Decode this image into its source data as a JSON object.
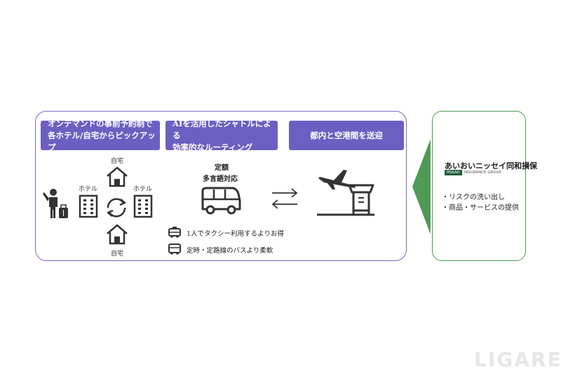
{
  "service": {
    "box1_line1": "オンデマンドの事前予約制で",
    "box1_line2": "各ホテル/自宅からピックアップ",
    "box2_line1": "AIを活用したシャトルによる",
    "box2_line2": "効率的なルーティング",
    "box3": "都内と空港間を送迎",
    "home_label": "自宅",
    "hotel_label": "ホテル",
    "fixed_price": "定額",
    "multilingual": "多言語対応",
    "note_taxi": "1人でタクシー利用するよりお得",
    "note_bus": "定時・定路線のバスより柔軟"
  },
  "insurer": {
    "name": "あいおいニッセイ同和損保",
    "ms_ad": "MS&AD",
    "group": "INSURANCE GROUP",
    "bullet1": "・リスクの洗い出し",
    "bullet2": "・商品・サービスの提供"
  },
  "watermark": "LIGARE",
  "colors": {
    "box": "#6b5fc2",
    "frame_left": "#7b6cc7",
    "frame_right": "#4f9a55",
    "arrow": "#4f9a55"
  }
}
